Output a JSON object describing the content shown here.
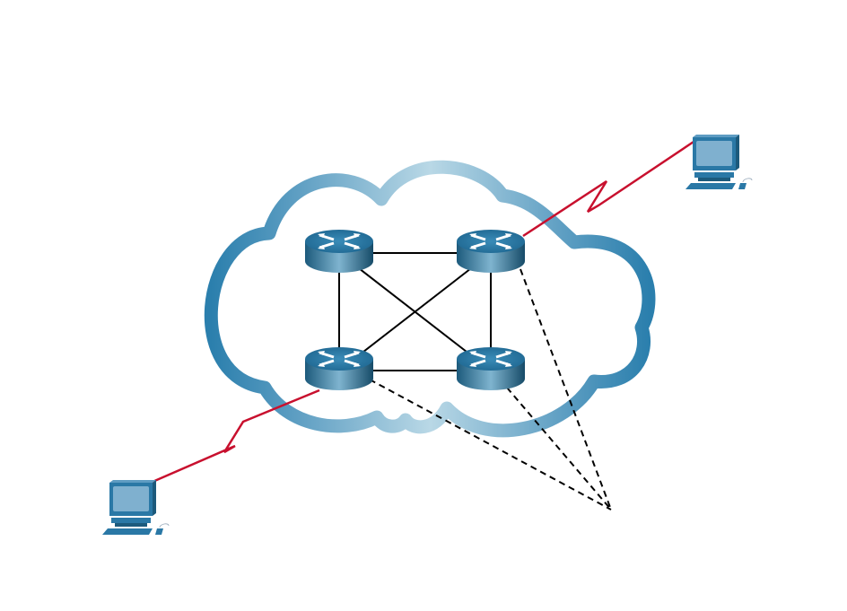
{
  "diagram": {
    "colors": {
      "cloud_dark": "#2b7fad",
      "cloud_light": "#b9d8e6",
      "router_dark": "#1c5a7c",
      "router_light": "#7fb4cf",
      "serial_link": "#c8102e",
      "link": "#000000",
      "pc_body": "#2a78a6",
      "pc_screen": "#7fb0cf"
    },
    "nodes": [
      {
        "id": "router-top-left",
        "icon": "router-icon"
      },
      {
        "id": "router-top-right",
        "icon": "router-icon"
      },
      {
        "id": "router-bottom-left",
        "icon": "router-icon"
      },
      {
        "id": "router-bottom-right",
        "icon": "router-icon"
      },
      {
        "id": "pc-left",
        "icon": "pc-icon"
      },
      {
        "id": "pc-right",
        "icon": "pc-icon"
      }
    ],
    "links": [
      {
        "from": "router-top-left",
        "to": "router-top-right",
        "style": "solid"
      },
      {
        "from": "router-top-left",
        "to": "router-bottom-left",
        "style": "solid"
      },
      {
        "from": "router-top-right",
        "to": "router-bottom-right",
        "style": "solid"
      },
      {
        "from": "router-bottom-left",
        "to": "router-bottom-right",
        "style": "solid"
      },
      {
        "from": "router-top-left",
        "to": "router-bottom-right",
        "style": "solid"
      },
      {
        "from": "router-top-right",
        "to": "router-bottom-left",
        "style": "solid"
      },
      {
        "from": "router-bottom-left",
        "to": "pc-left",
        "style": "serial"
      },
      {
        "from": "router-top-right",
        "to": "pc-right",
        "style": "serial"
      },
      {
        "from": "router-top-right",
        "to": "point",
        "style": "dashed"
      },
      {
        "from": "router-bottom-left",
        "to": "point",
        "style": "dashed"
      },
      {
        "from": "router-bottom-right",
        "to": "point",
        "style": "dashed"
      }
    ]
  }
}
